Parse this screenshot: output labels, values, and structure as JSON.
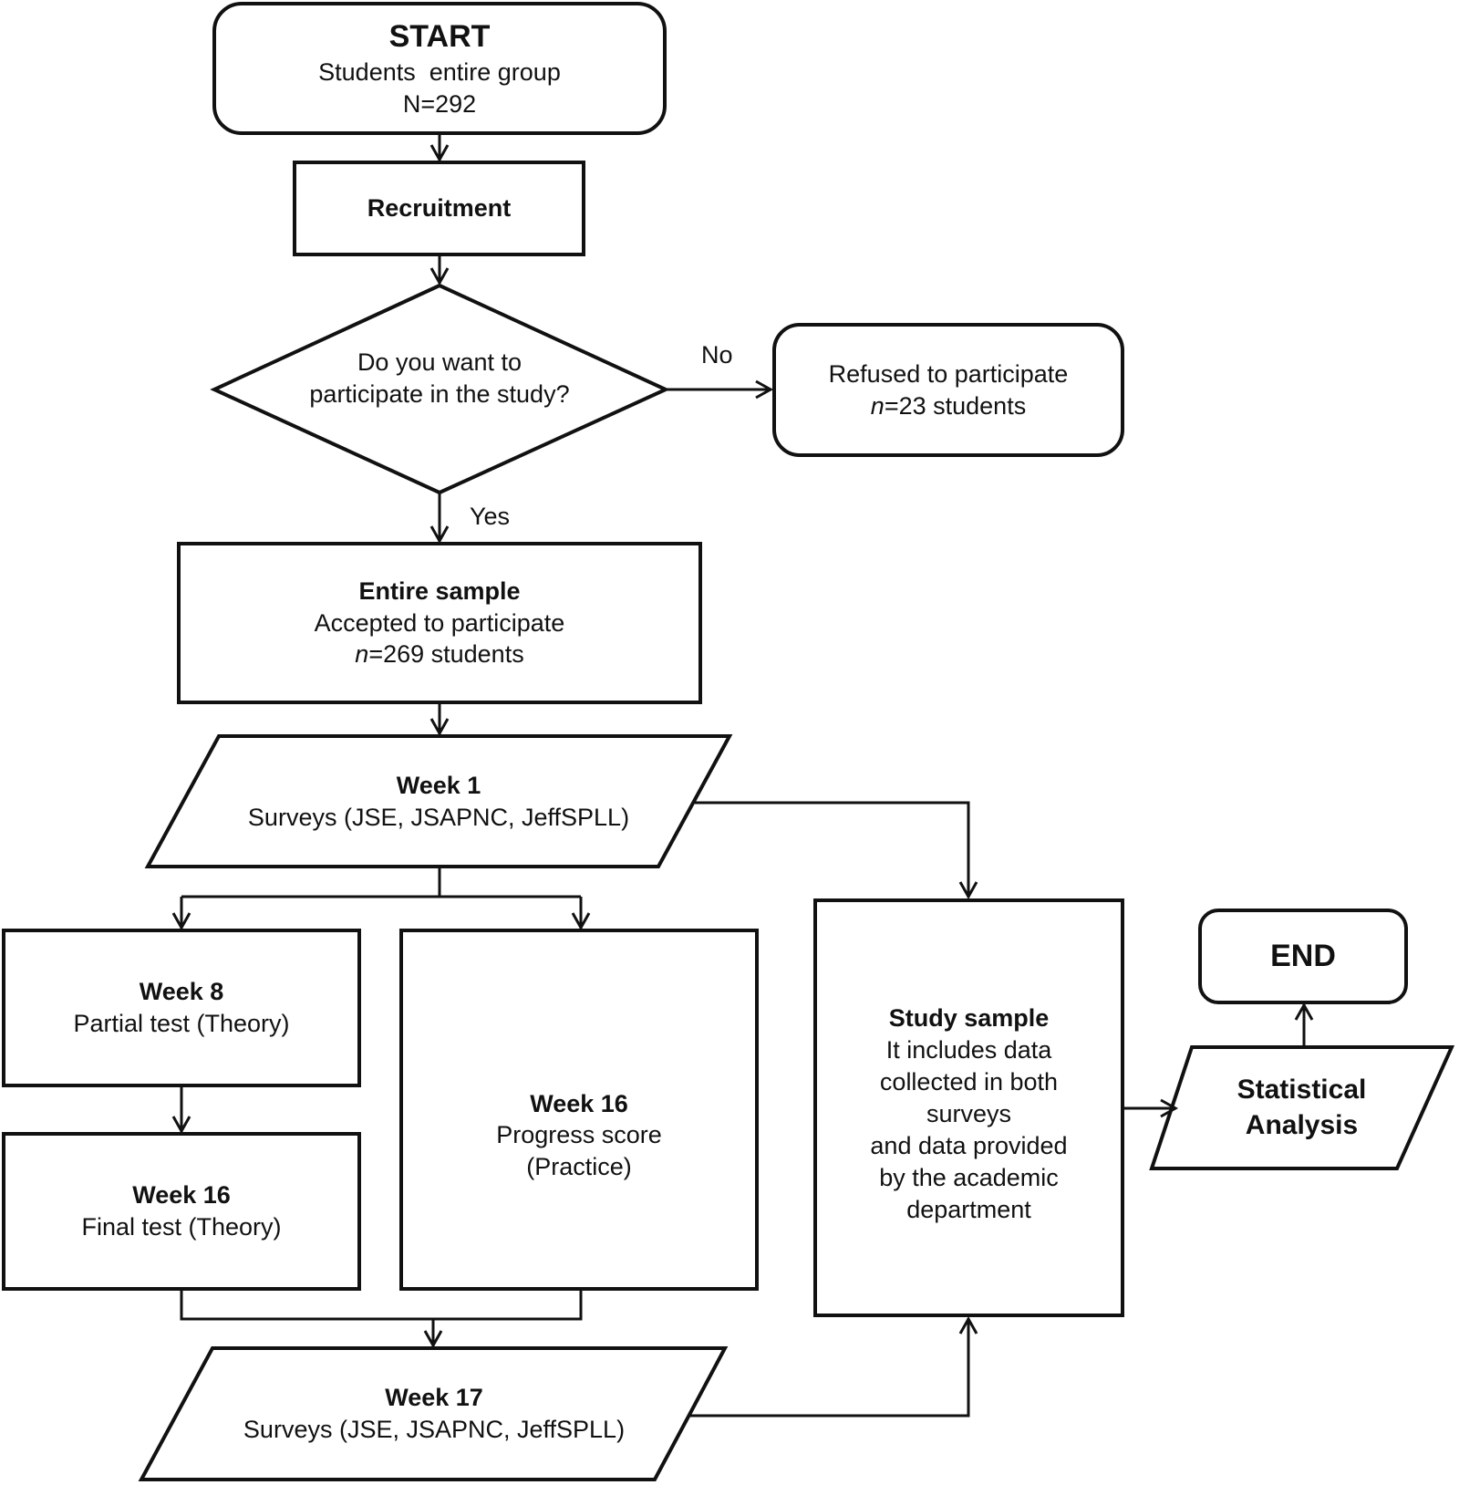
{
  "nodes": {
    "start": {
      "title": "START",
      "line1": "Students  entire group",
      "line2": "N=292"
    },
    "recruitment": {
      "title": "Recruitment"
    },
    "decision": {
      "line1": "Do you want to",
      "line2": "participate in the study?"
    },
    "refused": {
      "line1": "Refused to participate",
      "line2_italic": "n",
      "line2_rest": "=23 students"
    },
    "entire_sample": {
      "title": "Entire sample",
      "line1": "Accepted to participate",
      "line2_italic": "n",
      "line2_rest": "=269 students"
    },
    "week1": {
      "title": "Week 1",
      "line1": "Surveys (JSE, JSAPNC, JeffSPLL)"
    },
    "week8": {
      "title": "Week 8",
      "line1": "Partial test (Theory)"
    },
    "week16_theory": {
      "title": "Week 16",
      "line1": "Final test (Theory)"
    },
    "week16_practice": {
      "title": "Week 16",
      "line1": "Progress score",
      "line2": "(Practice)"
    },
    "week17": {
      "title": "Week 17",
      "line1": "Surveys (JSE, JSAPNC, JeffSPLL)"
    },
    "study_sample": {
      "title": "Study sample",
      "lines": [
        "It includes data",
        "collected in both",
        "surveys",
        "and data provided",
        "by the academic",
        "department"
      ]
    },
    "statistical": {
      "line1": "Statistical",
      "line2": "Analysis"
    },
    "end": {
      "title": "END"
    }
  },
  "edges": {
    "no_label": "No",
    "yes_label": "Yes"
  }
}
